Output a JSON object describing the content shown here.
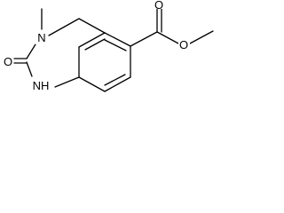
{
  "molecule": {
    "atoms": {
      "n3": "N",
      "carbonyl_o": "O",
      "n1": "NH",
      "ester_o_double": "O",
      "ester_o_single": "O"
    },
    "colors": {
      "bond": "#000000",
      "label": "#000000",
      "background": "#ffffff"
    }
  }
}
